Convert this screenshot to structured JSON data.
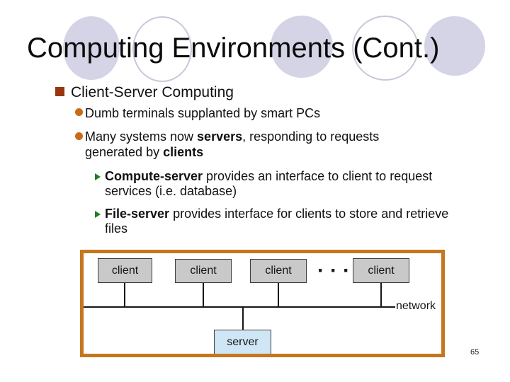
{
  "title": {
    "text": "Computing Environments (Cont.)"
  },
  "page_number": "65",
  "bullets": {
    "l1": "Client-Server Computing",
    "l2a": "Dumb terminals supplanted by smart PCs",
    "l2b": {
      "pre": "Many systems now ",
      "bold1": "servers",
      "mid": ", responding to requests generated by ",
      "bold2": "clients"
    },
    "l3a": {
      "bold": "Compute-server",
      "rest": " provides an interface to client to request services (i.e. database)"
    },
    "l3b": {
      "bold": "File-server",
      "rest": " provides interface for clients to store and retrieve files"
    }
  },
  "diagram": {
    "clients": [
      "client",
      "client",
      "client",
      "client"
    ],
    "ellipsis": "···",
    "server_label": "server",
    "network_label": "network"
  },
  "colors": {
    "level1_bullet": "#993510",
    "level2_bullet": "#c86b15",
    "level3_bullet": "#1f7d1f",
    "diagram_border": "#c6771e",
    "client_box_fill": "#c9c9c9",
    "server_box_fill": "#cfe6f7",
    "title_circle_fill": "#d4d4e6",
    "title_circle_outline": "#c8c8da"
  }
}
